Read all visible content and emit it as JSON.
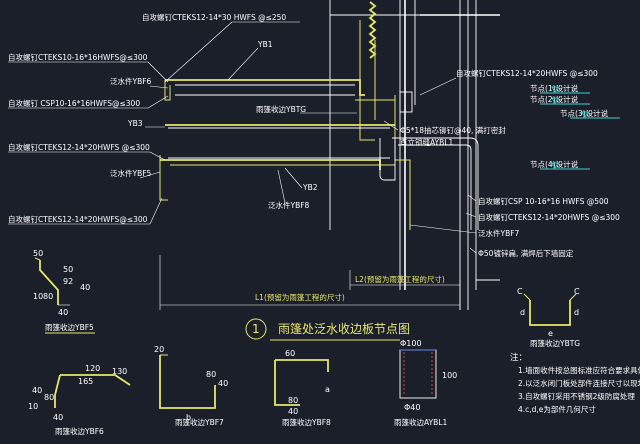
{
  "main_title": {
    "num": "1",
    "text": "雨篷处泛水收边板节点图"
  },
  "callouts": {
    "c1": "自攻螺钉CTEKS12-14*30 HWFS @≤250",
    "c2": "自攻螺钉CTEKS10-16*16HWFS@≤300",
    "c3": "自攻螺钉 CSP10-16*16HWFS@≤300",
    "c4": "自攻螺钉CTEKS12-14*20HWFS @≤300",
    "c5": "自攻螺钉CTEKS12-14*20HWFS@≤300",
    "c6": "自攻螺钉CTEKS12-14*20HWFS @≤300",
    "c7": "自攻螺钉CSP 10-16*16 HWFS @500",
    "c8": "自攻螺钉CTEKS12-14*20HWFS @≤300",
    "c9": "Φ5*18抽芯铆钉@40, 满打密封",
    "c10": "直立锁缝AYBL1",
    "c11": "泛水件YBF7",
    "c12": "Φ50镀锌扁, 满焊后下墙固定",
    "c13": "雨篷收边YBTG",
    "c14": "泛水件YBF6",
    "c15": "泛水件YBF5",
    "c16": "泛水件YBF8"
  },
  "labels": {
    "yb1": "YB1",
    "yb2": "YB2",
    "yb3": "YB3",
    "node1": "节点(1)设计说",
    "node2": "节点(2)设计说",
    "node3": "节点(3)设计说",
    "node4": "节点(4)设计说",
    "L1": "L1(预留为雨篷工程的尺寸)",
    "L2": "L2(预留为雨篷工程的尺寸)"
  },
  "parts": {
    "ybf5": {
      "name": "雨篷收边YBF5",
      "d1": "50",
      "d2": "92",
      "d3": "50",
      "d4": "10",
      "d5": "80",
      "d6": "40",
      "d7": "40"
    },
    "ybf6": {
      "name": "雨篷收边YBF6",
      "d1": "120",
      "d2": "130",
      "d3": "165",
      "d4": "40",
      "d5": "10",
      "d6": "80",
      "d7": "40"
    },
    "ybf7": {
      "name": "雨篷收边YBF7",
      "d1": "20",
      "d2": "b",
      "d3": "80",
      "d4": "40"
    },
    "ybf8": {
      "name": "雨篷收边YBF8",
      "d1": "60",
      "d2": "a",
      "d3": "80",
      "d4": "40"
    },
    "aybl1": {
      "name": "雨篷收边AYBL1",
      "d1": "Φ100",
      "d2": "100",
      "d3": "Φ40"
    },
    "ybtg": {
      "name": "雨篷收边YBTG",
      "c": "C",
      "d": "d",
      "e": "e"
    }
  },
  "notes": {
    "head": "注：",
    "items": [
      "1.墙面收件按总图标准应符合要求具体工程设定",
      "2.以泛水闭门板处部件连接尺寸以现场为准",
      "3.自攻螺钉采用不锈钢2级防腐处理",
      "4.c,d,e为部件几何尺寸"
    ]
  }
}
